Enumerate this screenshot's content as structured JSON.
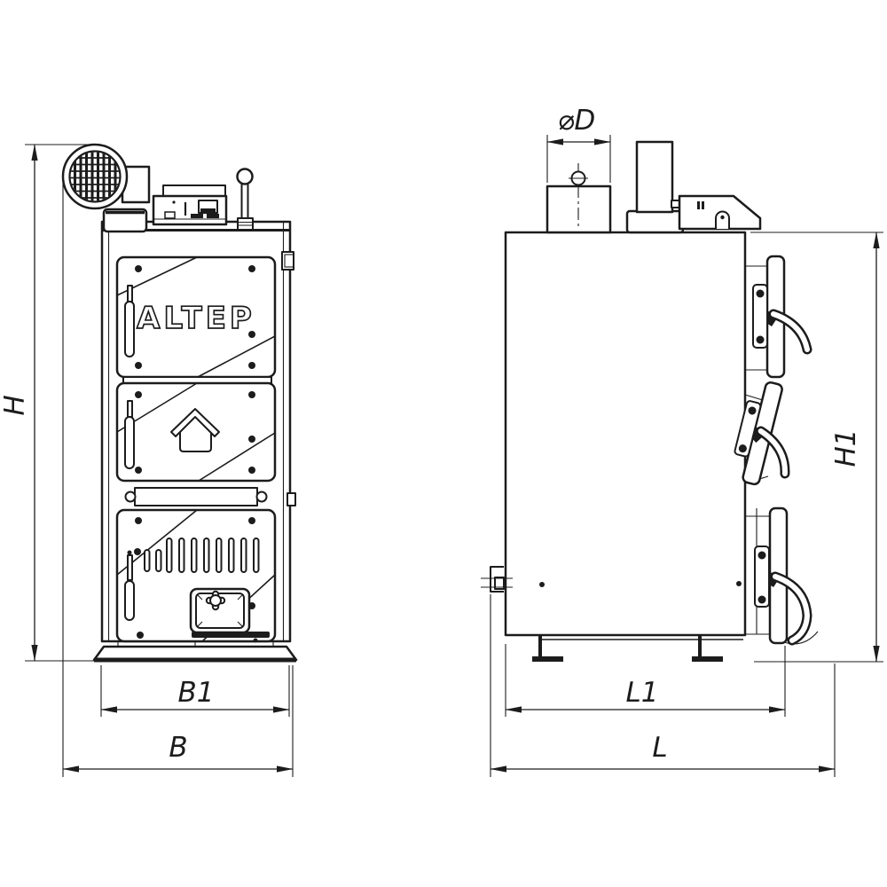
{
  "drawing": {
    "logo_text": "ALTEP",
    "colors": {
      "line": "#1c1c1c",
      "background": "#ffffff"
    },
    "dimension_labels": {
      "overall_height": "H",
      "overall_width": "B",
      "door_block_width": "B1",
      "chimney_diameter": "⌀D",
      "body_height": "H1",
      "body_depth": "L1",
      "overall_depth": "L"
    }
  }
}
